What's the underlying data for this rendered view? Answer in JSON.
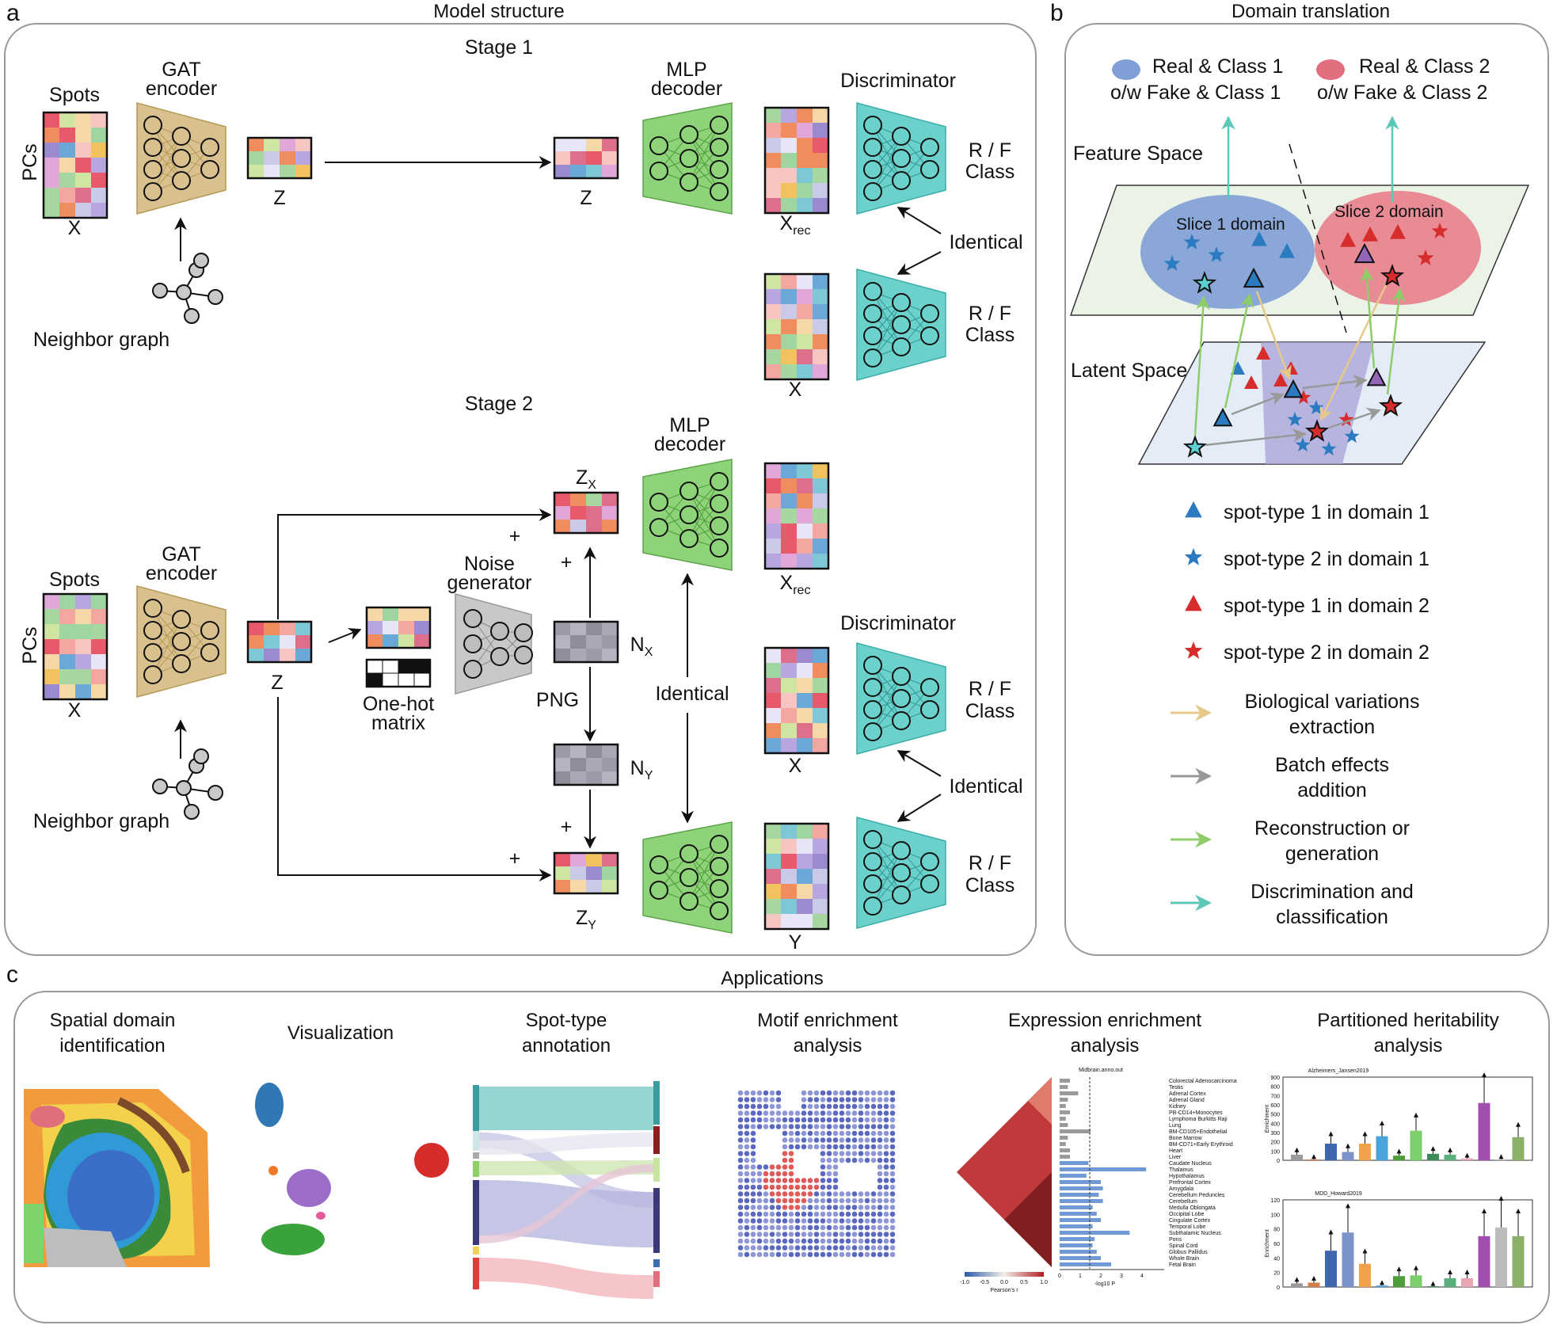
{
  "panel_a": {
    "letter": "a",
    "title": "Model structure",
    "stage1": "Stage 1",
    "stage2": "Stage 2",
    "spots": "Spots",
    "pcs": "PCs",
    "x": "X",
    "z": "Z",
    "y": "Y",
    "gat_line1": "GAT",
    "gat_line2": "encoder",
    "mlp_line1": "MLP",
    "mlp_line2": "decoder",
    "discriminator": "Discriminator",
    "rf": "R / F",
    "class": "Class",
    "identical": "Identical",
    "neighbor_graph": "Neighbor graph",
    "x_rec_main": "X",
    "rec_sub": "rec",
    "noise_line1": "Noise",
    "noise_line2": "generator",
    "onehot_line1": "One-hot",
    "onehot_line2": "matrix",
    "png": "PNG",
    "n_main": "N",
    "z_main": "Z",
    "sub_x": "X",
    "sub_y": "Y",
    "plus": "+"
  },
  "panel_b": {
    "letter": "b",
    "title": "Domain translation",
    "legend_top": [
      {
        "line1": "Real & Class 1",
        "line2": "o/w  Fake & Class 1",
        "color": "#7f9fd6"
      },
      {
        "line1": "Real & Class 2",
        "line2": "o/w  Fake & Class 2",
        "color": "#e06e7c"
      }
    ],
    "feature_space": "Feature Space",
    "latent_space": "Latent Space",
    "slice1": "Slice 1 domain",
    "slice2": "Slice 2 domain",
    "spot_legend": [
      {
        "label": "spot-type 1 in domain 1",
        "shape": "triangle",
        "color": "#2c7bc0"
      },
      {
        "label": "spot-type 2 in domain 1",
        "shape": "star",
        "color": "#2c7bc0"
      },
      {
        "label": "spot-type 1 in domain 2",
        "shape": "triangle",
        "color": "#d62c2c"
      },
      {
        "label": "spot-type 2 in domain 2",
        "shape": "star",
        "color": "#d62c2c"
      }
    ],
    "arrow_legend": [
      {
        "line1": "Biological variations",
        "line2": "extraction",
        "color": "#e6c98a"
      },
      {
        "line1": "Batch effects",
        "line2": "addition",
        "color": "#999999"
      },
      {
        "line1": "Reconstruction or",
        "line2": "generation",
        "color": "#8fcc6a"
      },
      {
        "line1": "Discrimination and",
        "line2": "classification",
        "color": "#5cc8b8"
      }
    ]
  },
  "panel_c": {
    "letter": "c",
    "title": "Applications",
    "apps": [
      {
        "line1": "Spatial domain",
        "line2": "identification"
      },
      {
        "line1": "Visualization",
        "line2": ""
      },
      {
        "line1": "Spot-type",
        "line2": "annotation"
      },
      {
        "line1": "Motif enrichment",
        "line2": "analysis"
      },
      {
        "line1": "Expression enrichment",
        "line2": "analysis"
      },
      {
        "line1": "Partitioned heritability",
        "line2": "analysis"
      }
    ],
    "expr_title": "Midbrain.anno.out",
    "expr_tissues": [
      "Colorectal Adenocarcinoma",
      "Testis",
      "Adrenal Cortex",
      "Adrenal Gland",
      "Kidney",
      "PB-CD14+Monocytes",
      "Lymphoma Burkitts Raji",
      "Lung",
      "BM-CD105+Endothelial",
      "Bone Marrow",
      "BM-CD71+Early Erythroid",
      "Heart",
      "Liver",
      "Caudate Nucleus",
      "Thalamus",
      "Hypothalamus",
      "Prefrontal Cortex",
      "Amygdala",
      "Cerebellum Peduncles",
      "Cerebellum",
      "Medulla Oblongata",
      "Occipital Lobe",
      "Cingulate Cortex",
      "Temporal Lobe",
      "Subthalamic Nucleus",
      "Pons",
      "Spinal Cord",
      "Globus Pallidus",
      "Whole Brain",
      "Fetal Brain"
    ],
    "expr_bars": [
      0.5,
      0.4,
      0.9,
      0.4,
      0.3,
      0.5,
      0.3,
      0.4,
      1.5,
      0.4,
      0.3,
      0.5,
      0.5,
      1.4,
      4.2,
      1.3,
      2.0,
      2.1,
      1.9,
      2.1,
      1.6,
      1.8,
      2.0,
      1.6,
      3.4,
      1.7,
      1.6,
      1.8,
      2.0,
      2.5
    ],
    "expr_cbar_label": "Pearson's r",
    "expr_cbar_ticks": [
      "-1.0",
      "-0.5",
      "0.0",
      "0.5",
      "1.0"
    ],
    "expr_xticks": [
      "0",
      "1",
      "2",
      "3",
      "4"
    ],
    "expr_xlabel": "-log10 P",
    "herit_title1": "Alzheimers_Jansen2019",
    "herit_title2": "MDD_Howard2019",
    "herit_ylabel": "Enrichment",
    "herit_yticks1": [
      "0",
      "100",
      "200",
      "300",
      "400",
      "500",
      "600",
      "700",
      "800",
      "900"
    ],
    "herit_yticks2": [
      "0",
      "20",
      "40",
      "60",
      "80",
      "100",
      "120"
    ],
    "herit_values1": [
      60,
      10,
      180,
      90,
      180,
      260,
      50,
      320,
      70,
      60,
      20,
      620,
      10,
      250
    ],
    "herit_values2": [
      5,
      6,
      50,
      75,
      32,
      2,
      15,
      16,
      1,
      12,
      12,
      70,
      82,
      70
    ],
    "herit_colors": [
      "#9a9a9a",
      "#d27d4a",
      "#3f67b0",
      "#7b93c9",
      "#f0a24a",
      "#4aa3d9",
      "#4f9e3a",
      "#7ccf6b",
      "#3a8a5a",
      "#5ab07d",
      "#e8a5b3",
      "#a14fb0",
      "#bcbcbc",
      "#8ab06a"
    ]
  }
}
